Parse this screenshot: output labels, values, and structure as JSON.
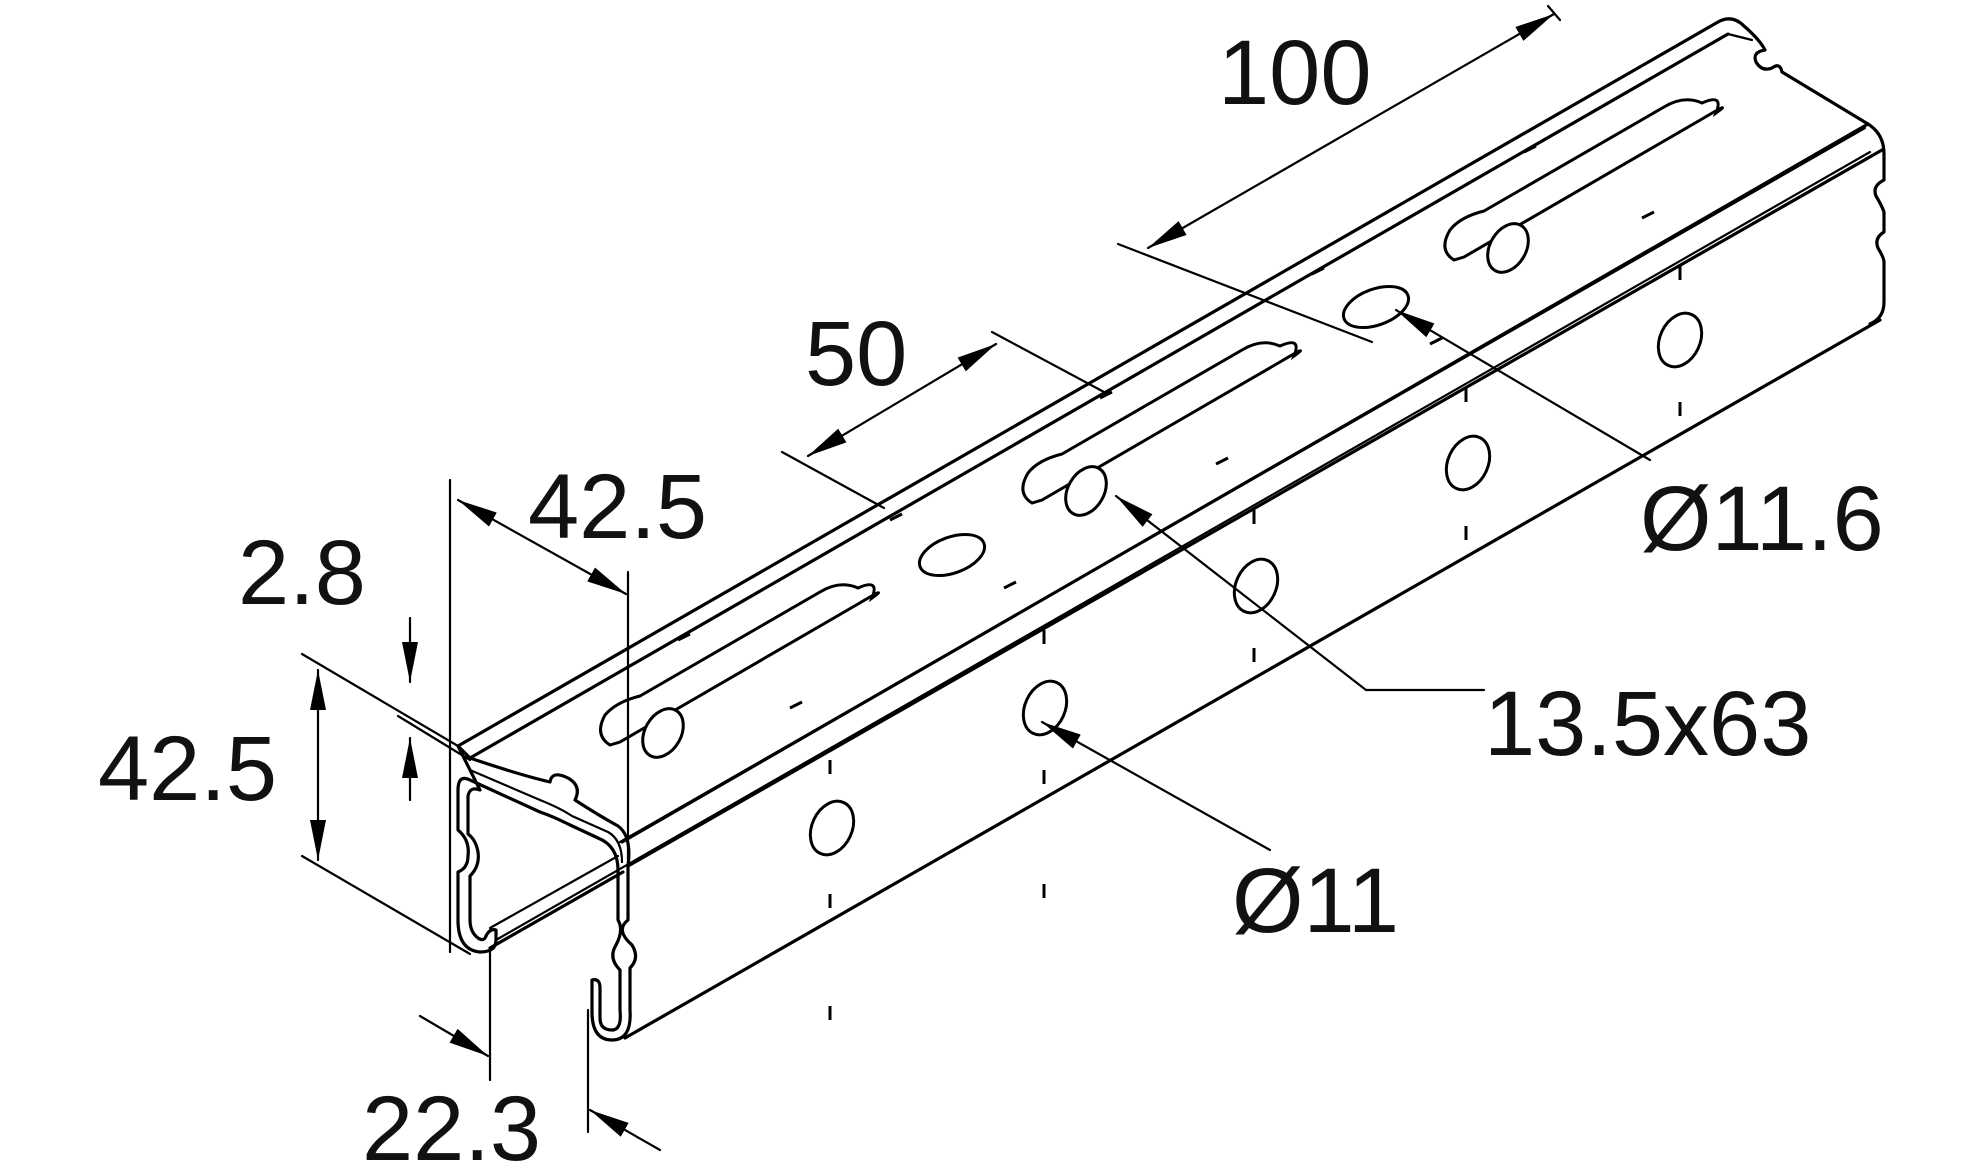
{
  "colors": {
    "line": "#000000",
    "background": "#ffffff",
    "text": "#111111"
  },
  "dimensions": {
    "pitch_long": "100",
    "pitch_short": "50",
    "flange_width": "42.5",
    "wall_thickness": "2.8",
    "height": "42.5",
    "slot_opening": "22.3",
    "top_hole": "Ø11.6",
    "slot_size": "13.5x63",
    "side_hole": "Ø11"
  }
}
